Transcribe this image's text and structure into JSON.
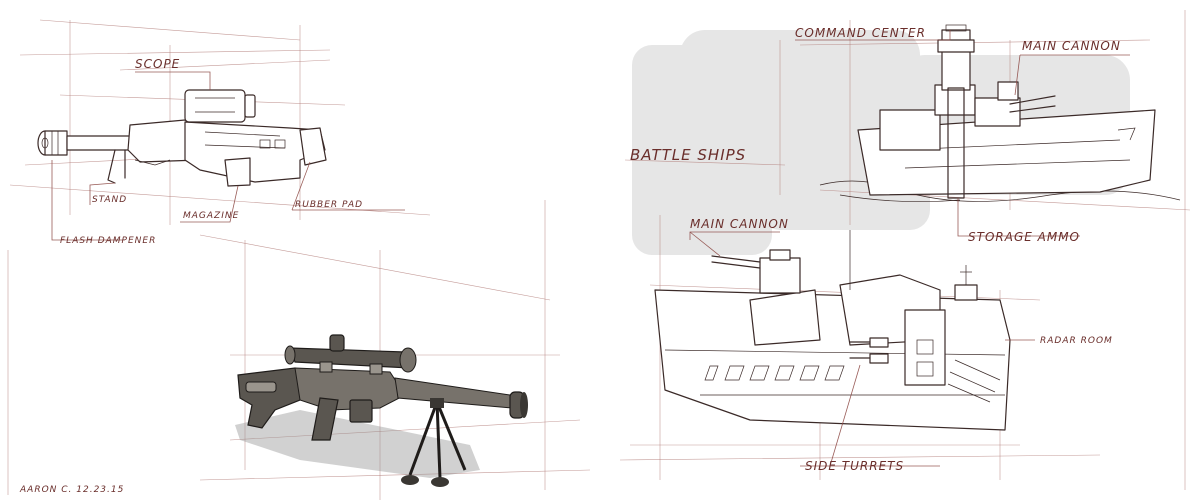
{
  "labels": {
    "scope": "SCOPE",
    "stand": "STAND",
    "magazine": "MAGAZINE",
    "rubber_pad": "RUBBER PAD",
    "flash_dampener": "FLASH DAMPENER",
    "signature": "AARON C. 12.23.15",
    "command_center": "COMMAND CENTER",
    "main_cannon_top": "MAIN CANNON",
    "battle_ships": "BATTLE SHIPS",
    "main_cannon_left": "MAIN CANNON",
    "storage_ammo": "STORAGE AMMO",
    "radar_room": "RADAR ROOM",
    "side_turrets": "SIDE TURRETS"
  },
  "colors": {
    "line_ink": "#3b2a28",
    "guide_ink": "#8e4a46",
    "label_ink": "#6a2e2b",
    "smudge": "#e6e6e6"
  }
}
